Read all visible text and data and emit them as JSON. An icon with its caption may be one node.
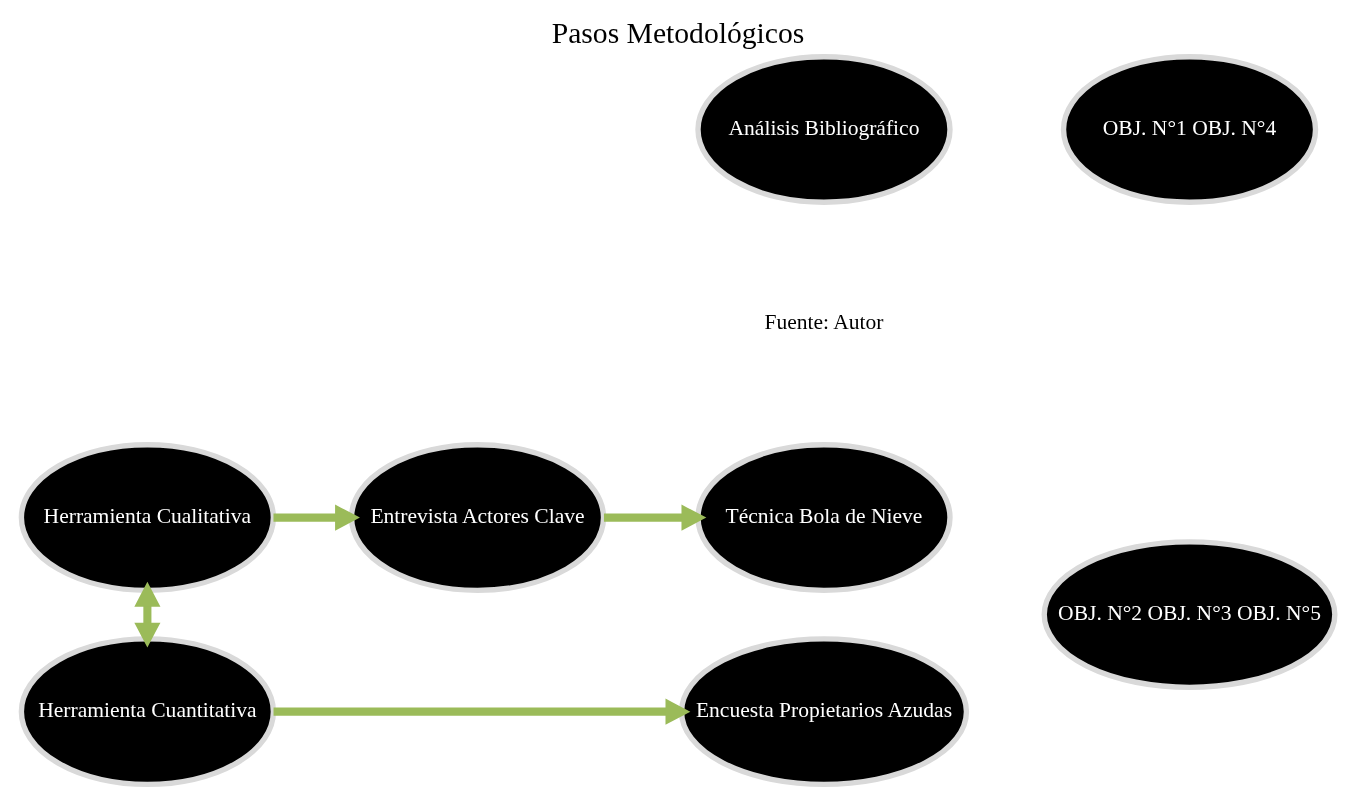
{
  "diagram": {
    "title": "Pasos Metodológicos",
    "caption": "Fuente: Autor",
    "nodes": [
      {
        "text": [
          "Herramienta Cualitativa"
        ]
      },
      {
        "text": [
          "Entrevista Actores Clave"
        ]
      },
      {
        "text": [
          "Técnica Bola de Nieve"
        ]
      },
      {
        "text": [
          "Herramienta Cuantitativa"
        ]
      },
      {
        "text": [
          "Encuesta Propietarios Azudas"
        ]
      },
      {
        "text": [
          "OBJ. N°2 OBJ. N°3 OBJ. N°5"
        ]
      },
      {
        "text": [
          "Análisis Bibliográfico"
        ]
      },
      {
        "text": [
          "OBJ. N°1 OBJ. N°4"
        ]
      }
    ],
    "edges": [
      {
        "from": 0,
        "to": 1,
        "arrow": "to"
      },
      {
        "from": 1,
        "to": 2,
        "arrow": "to"
      },
      {
        "from": 3,
        "to": 4,
        "arrow": "to"
      },
      {
        "from": 3,
        "to": 0,
        "arrow": "both"
      }
    ]
  }
}
